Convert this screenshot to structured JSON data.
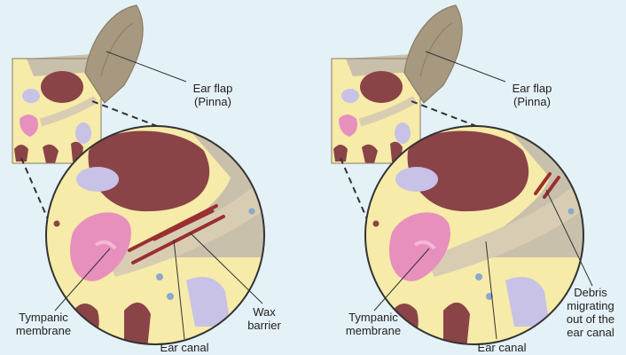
{
  "panels": [
    {
      "labels": {
        "ear_flap": "Ear flap\n(Pinna)",
        "tympanic": "Tympanic\nmembrane",
        "canal": "Ear canal",
        "extra": "Wax\nbarrier"
      }
    },
    {
      "labels": {
        "ear_flap": "Ear flap\n(Pinna)",
        "tympanic": "Tympanic\nmembrane",
        "canal": "Ear canal",
        "extra": "Debris\nmigrating\nout of the\near canal"
      }
    }
  ],
  "colors": {
    "background": "#e4f1f6",
    "tissue": "#f6eba8",
    "skin": "#c9c0ac",
    "pinna": "#a79880",
    "canal": "#d8cdb2",
    "wax": "#9a2f31",
    "maroon": "#8a4346",
    "pink": "#e790bd",
    "lavender": "#c7c2e6",
    "dark_line": "#333333"
  }
}
